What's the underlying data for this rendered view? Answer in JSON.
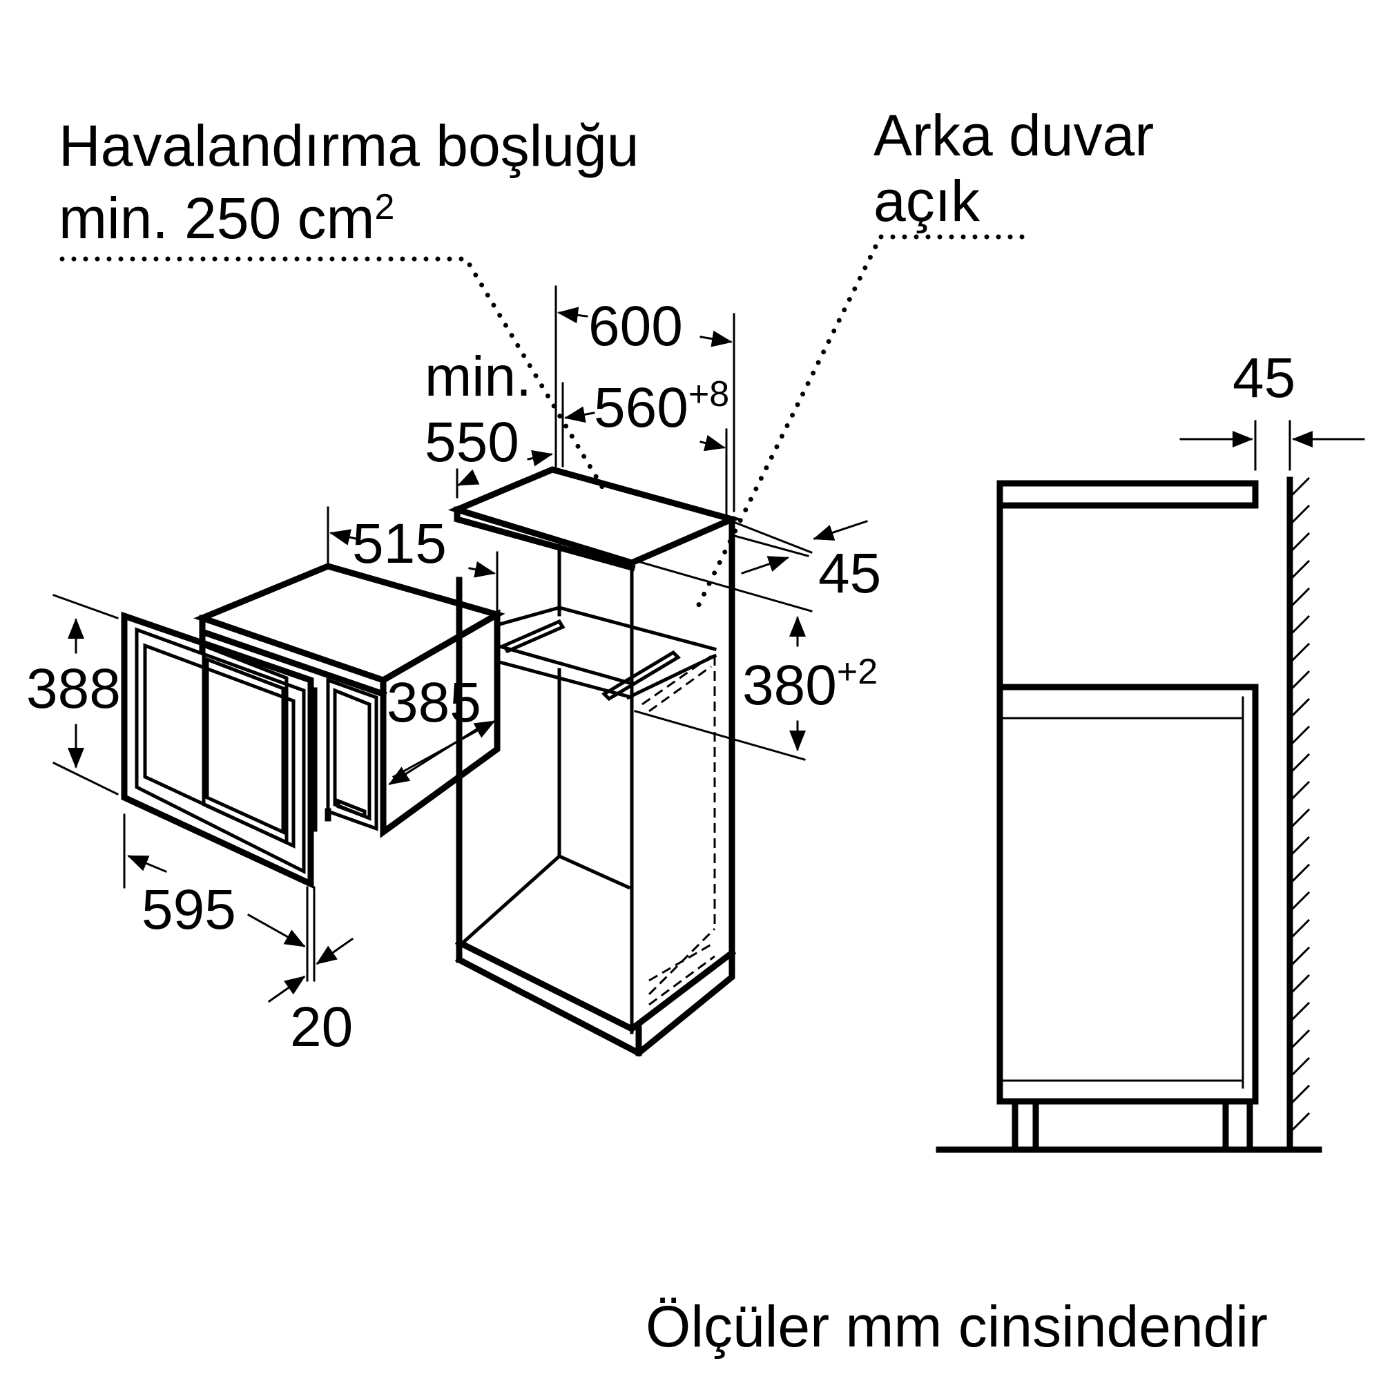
{
  "labels": {
    "ventilation_line1": "Havalandırma boşluğu",
    "ventilation_line2": "min. 250 cm",
    "ventilation_sup": "2",
    "rear_wall_line1": "Arka duvar",
    "rear_wall_line2": "açık",
    "footer": "Ölçüler mm cinsindendir"
  },
  "dimensions": {
    "d600": "600",
    "min_label": "min.",
    "d550": "550",
    "d560": "560",
    "d560_tol": "+8",
    "d515": "515",
    "d45_right": "45",
    "d388": "388",
    "d385": "385",
    "d380": "380",
    "d380_tol": "+2",
    "d595": "595",
    "d20": "20",
    "d45_side": "45"
  }
}
